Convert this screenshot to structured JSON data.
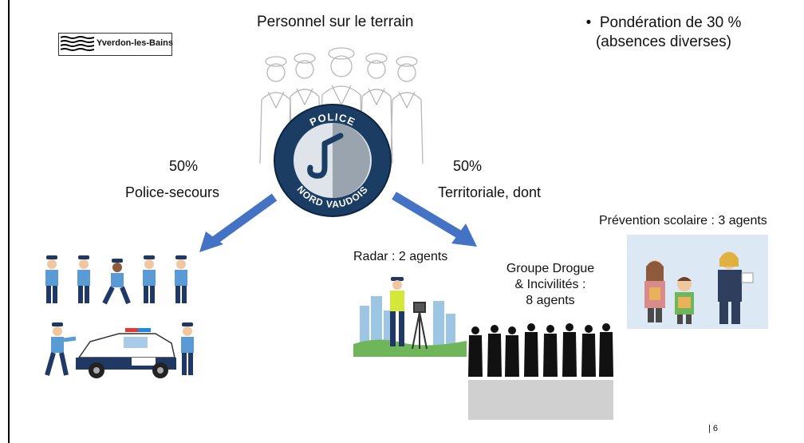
{
  "header": {
    "title": "Personnel sur le terrain",
    "logo_text": "Yverdon-les-Bains",
    "note_bullet": "•",
    "note_line1": "Pondération de 30 %",
    "note_line2": "(absences diverses)"
  },
  "badge": {
    "top_text": "POLICE",
    "bottom_text": "NORD VAUDOIS"
  },
  "left_branch": {
    "percent": "50%",
    "label": "Police-secours"
  },
  "right_branch": {
    "percent": "50%",
    "label": "Territoriale, dont"
  },
  "units": {
    "radar": "Radar : 2 agents",
    "drugs_line1": "Groupe Drogue",
    "drugs_line2": "& Incivilités :",
    "drugs_line3": "8 agents",
    "school": "Prévention scolaire : 3 agents"
  },
  "footer": {
    "page_number": "| 6"
  },
  "colors": {
    "arrow": "#4472c4",
    "badge_bg": "#1b3c63",
    "police_uniform": "#2f5597",
    "sky": "#dce9f5"
  }
}
